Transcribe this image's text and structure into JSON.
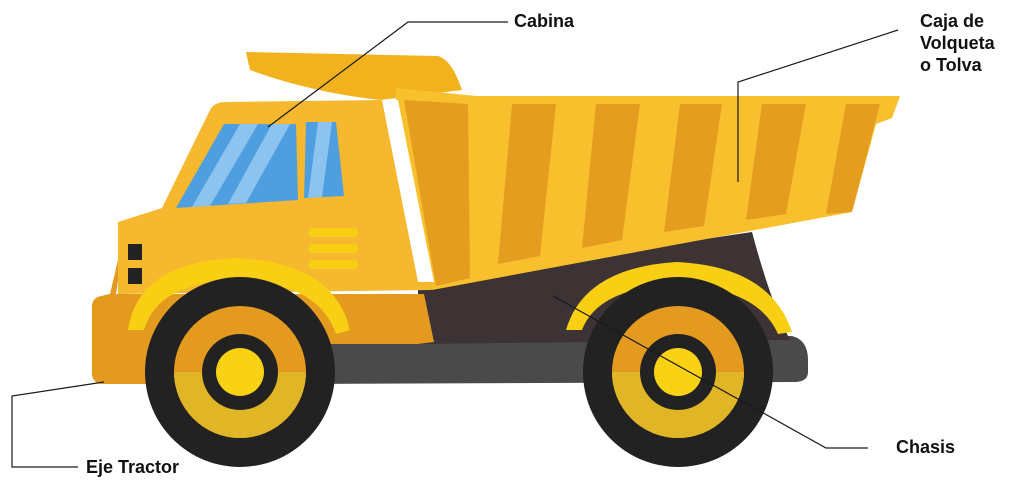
{
  "labels": {
    "cabina": "Cabina",
    "caja": "Caja de\nVolqueta\no Tolva",
    "chasis": "Chasis",
    "eje": "Eje Tractor"
  },
  "colors": {
    "body_yellow": "#f5b82e",
    "body_orange": "#e39a1f",
    "dump_box_light": "#f7c02c",
    "dump_box_dark": "#e59d1f",
    "fender_yellow": "#f9cf14",
    "window_blue": "#4f9fe0",
    "window_light_blue": "#8cc4ef",
    "chassis_dark": "#3d3335",
    "chassis_grey": "#4a4a4a",
    "tire_black": "#222222",
    "hub_yellow": "#f9d214",
    "hub_orange": "#e39a1f",
    "leader_line": "#1a1a1a",
    "label_text": "#111111"
  },
  "icons": [
    "dump-truck-illustration"
  ]
}
